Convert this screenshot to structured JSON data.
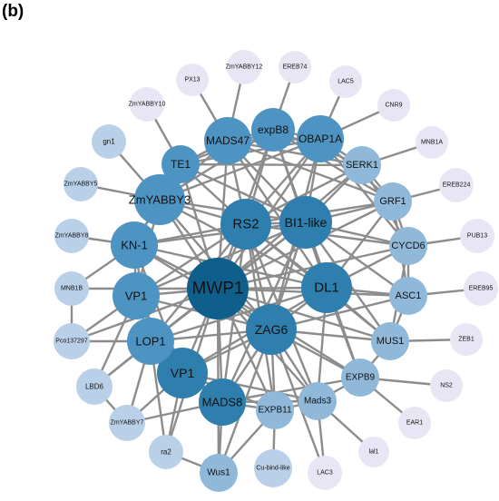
{
  "panel_label": "(b)",
  "colors": {
    "edge": "#8c8c8c",
    "hub": "#0f5f8c",
    "high": "#2f7fae",
    "mid": "#4e94c2",
    "low": "#8fb8d9",
    "lower": "#b9d0e8",
    "lowest": "#e8e6f4"
  },
  "nodes": [
    {
      "id": "MWP1",
      "label": "MWP1",
      "tier": "hub"
    },
    {
      "id": "RS2",
      "label": "RS2",
      "tier": "high"
    },
    {
      "id": "BI1",
      "label": "BI1-like",
      "tier": "high"
    },
    {
      "id": "DL1",
      "label": "DL1",
      "tier": "high"
    },
    {
      "id": "ZAG6",
      "label": "ZAG6",
      "tier": "high"
    },
    {
      "id": "VP1b",
      "label": "VP1",
      "tier": "high"
    },
    {
      "id": "MADS8",
      "label": "MADS8",
      "tier": "high"
    },
    {
      "id": "KN1",
      "label": "KN-1",
      "tier": "mid"
    },
    {
      "id": "VP1a",
      "label": "VP1",
      "tier": "mid"
    },
    {
      "id": "LOP1",
      "label": "LOP1",
      "tier": "mid"
    },
    {
      "id": "ZmYABBY3",
      "label": "ZmYABBY3",
      "tier": "mid"
    },
    {
      "id": "MADS47",
      "label": "MADS47",
      "tier": "mid"
    },
    {
      "id": "expB8",
      "label": "expB8",
      "tier": "mid"
    },
    {
      "id": "OBAP1A",
      "label": "OBAP1A",
      "tier": "mid"
    },
    {
      "id": "TE1",
      "label": "TE1",
      "tier": "mid"
    },
    {
      "id": "SERK1",
      "label": "SERK1",
      "tier": "low"
    },
    {
      "id": "GRF1",
      "label": "GRF1",
      "tier": "low"
    },
    {
      "id": "CYCD6",
      "label": "CYCD6",
      "tier": "low"
    },
    {
      "id": "ASC1",
      "label": "ASC1",
      "tier": "low"
    },
    {
      "id": "MUS1",
      "label": "MUS1",
      "tier": "low"
    },
    {
      "id": "EXPB9",
      "label": "EXPB9",
      "tier": "low"
    },
    {
      "id": "Mads3",
      "label": "Mads3",
      "tier": "low"
    },
    {
      "id": "EXPB11",
      "label": "EXPB11",
      "tier": "low"
    },
    {
      "id": "Wus1",
      "label": "Wus1",
      "tier": "low"
    },
    {
      "id": "LBD6",
      "label": "LBD6",
      "tier": "lower"
    },
    {
      "id": "ZmYABBY7",
      "label": "ZmYABBY7",
      "tier": "lower"
    },
    {
      "id": "Pco137297",
      "label": "Pco137297",
      "tier": "lower"
    },
    {
      "id": "MNB1B",
      "label": "MNB1B",
      "tier": "lower"
    },
    {
      "id": "ZmYABBY8",
      "label": "ZmYABBY8",
      "tier": "lower"
    },
    {
      "id": "ZmYABBY5",
      "label": "ZmYABBY5",
      "tier": "lower"
    },
    {
      "id": "gn1",
      "label": "gn1",
      "tier": "lower"
    },
    {
      "id": "ra2",
      "label": "ra2",
      "tier": "lower"
    },
    {
      "id": "Cubind",
      "label": "Cu-bind-like",
      "tier": "lower"
    },
    {
      "id": "LAC3",
      "label": "LAC3",
      "tier": "lowest"
    },
    {
      "id": "lal1",
      "label": "lal1",
      "tier": "lowest"
    },
    {
      "id": "EAR1",
      "label": "EAR1",
      "tier": "lowest"
    },
    {
      "id": "NS2",
      "label": "NS2",
      "tier": "lowest"
    },
    {
      "id": "ZEB1",
      "label": "ZEB1",
      "tier": "lowest"
    },
    {
      "id": "EREB95",
      "label": "EREB95",
      "tier": "lowest"
    },
    {
      "id": "PUB13",
      "label": "PUB13",
      "tier": "lowest"
    },
    {
      "id": "EREB224",
      "label": "EREB224",
      "tier": "lowest"
    },
    {
      "id": "MNB1A",
      "label": "MNB1A",
      "tier": "lowest"
    },
    {
      "id": "CNR9",
      "label": "CNR9",
      "tier": "lowest"
    },
    {
      "id": "LAC5",
      "label": "LAC5",
      "tier": "lowest"
    },
    {
      "id": "EREB74",
      "label": "EREB74",
      "tier": "lowest"
    },
    {
      "id": "ZmYABBY12",
      "label": "ZmYABBY12",
      "tier": "lowest"
    },
    {
      "id": "PX13",
      "label": "PX13",
      "tier": "lowest"
    },
    {
      "id": "ZmYABBY10",
      "label": "ZmYABBY10",
      "tier": "lowest"
    }
  ],
  "edges": [
    [
      "MWP1",
      "RS2"
    ],
    [
      "MWP1",
      "BI1"
    ],
    [
      "MWP1",
      "DL1"
    ],
    [
      "MWP1",
      "ZAG6"
    ],
    [
      "MWP1",
      "VP1b"
    ],
    [
      "MWP1",
      "MADS8"
    ],
    [
      "MWP1",
      "KN1"
    ],
    [
      "MWP1",
      "VP1a"
    ],
    [
      "MWP1",
      "LOP1"
    ],
    [
      "MWP1",
      "ZmYABBY3"
    ],
    [
      "MWP1",
      "MADS47"
    ],
    [
      "MWP1",
      "expB8"
    ],
    [
      "MWP1",
      "OBAP1A"
    ],
    [
      "MWP1",
      "TE1"
    ],
    [
      "MWP1",
      "SERK1"
    ],
    [
      "MWP1",
      "GRF1"
    ],
    [
      "MWP1",
      "CYCD6"
    ],
    [
      "MWP1",
      "ASC1"
    ],
    [
      "MWP1",
      "MUS1"
    ],
    [
      "MWP1",
      "EXPB9"
    ],
    [
      "MWP1",
      "Mads3"
    ],
    [
      "MWP1",
      "EXPB11"
    ],
    [
      "MWP1",
      "Wus1"
    ],
    [
      "MWP1",
      "LBD6"
    ],
    [
      "MWP1",
      "Pco137297"
    ],
    [
      "MWP1",
      "MNB1B"
    ],
    [
      "MWP1",
      "ra2"
    ],
    [
      "RS2",
      "BI1"
    ],
    [
      "RS2",
      "DL1"
    ],
    [
      "RS2",
      "ZAG6"
    ],
    [
      "RS2",
      "KN1"
    ],
    [
      "RS2",
      "ZmYABBY3"
    ],
    [
      "RS2",
      "TE1"
    ],
    [
      "RS2",
      "MADS47"
    ],
    [
      "RS2",
      "expB8"
    ],
    [
      "RS2",
      "OBAP1A"
    ],
    [
      "RS2",
      "SERK1"
    ],
    [
      "RS2",
      "GRF1"
    ],
    [
      "RS2",
      "CYCD6"
    ],
    [
      "RS2",
      "VP1a"
    ],
    [
      "RS2",
      "LOP1"
    ],
    [
      "RS2",
      "MADS8"
    ],
    [
      "RS2",
      "EXPB11"
    ],
    [
      "RS2",
      "Mads3"
    ],
    [
      "RS2",
      "MUS1"
    ],
    [
      "BI1",
      "DL1"
    ],
    [
      "BI1",
      "ZAG6"
    ],
    [
      "BI1",
      "KN1"
    ],
    [
      "BI1",
      "ZmYABBY3"
    ],
    [
      "BI1",
      "MADS47"
    ],
    [
      "BI1",
      "expB8"
    ],
    [
      "BI1",
      "OBAP1A"
    ],
    [
      "BI1",
      "SERK1"
    ],
    [
      "BI1",
      "GRF1"
    ],
    [
      "BI1",
      "CYCD6"
    ],
    [
      "BI1",
      "ASC1"
    ],
    [
      "BI1",
      "VP1a"
    ],
    [
      "BI1",
      "LOP1"
    ],
    [
      "BI1",
      "MADS8"
    ],
    [
      "BI1",
      "TE1"
    ],
    [
      "BI1",
      "MUS1"
    ],
    [
      "BI1",
      "EXPB9"
    ],
    [
      "DL1",
      "ZAG6"
    ],
    [
      "DL1",
      "ASC1"
    ],
    [
      "DL1",
      "MUS1"
    ],
    [
      "DL1",
      "CYCD6"
    ],
    [
      "DL1",
      "GRF1"
    ],
    [
      "DL1",
      "LOP1"
    ],
    [
      "DL1",
      "VP1b"
    ],
    [
      "DL1",
      "ZmYABBY3"
    ],
    [
      "DL1",
      "expB8"
    ],
    [
      "DL1",
      "MADS47"
    ],
    [
      "DL1",
      "KN1"
    ],
    [
      "DL1",
      "EXPB9"
    ],
    [
      "DL1",
      "Mads3"
    ],
    [
      "ZAG6",
      "VP1b"
    ],
    [
      "ZAG6",
      "MADS8"
    ],
    [
      "ZAG6",
      "LOP1"
    ],
    [
      "ZAG6",
      "VP1a"
    ],
    [
      "ZAG6",
      "Mads3"
    ],
    [
      "ZAG6",
      "EXPB11"
    ],
    [
      "ZAG6",
      "EXPB9"
    ],
    [
      "ZAG6",
      "MUS1"
    ],
    [
      "ZAG6",
      "ASC1"
    ],
    [
      "ZAG6",
      "Wus1"
    ],
    [
      "ZAG6",
      "KN1"
    ],
    [
      "ZAG6",
      "LAC3"
    ],
    [
      "ZAG6",
      "ZmYABBY3"
    ],
    [
      "ZAG6",
      "OBAP1A"
    ],
    [
      "VP1b",
      "MADS8"
    ],
    [
      "VP1b",
      "LOP1"
    ],
    [
      "VP1b",
      "VP1a"
    ],
    [
      "VP1b",
      "ZmYABBY7"
    ],
    [
      "VP1b",
      "EXPB11"
    ],
    [
      "VP1b",
      "Mads3"
    ],
    [
      "VP1b",
      "KN1"
    ],
    [
      "VP1b",
      "ra2"
    ],
    [
      "MADS8",
      "EXPB11"
    ],
    [
      "MADS8",
      "Mads3"
    ],
    [
      "MADS8",
      "Wus1"
    ],
    [
      "MADS8",
      "LOP1"
    ],
    [
      "MADS8",
      "EXPB9"
    ],
    [
      "MADS8",
      "ZmYABBY7"
    ],
    [
      "KN1",
      "ZmYABBY3"
    ],
    [
      "KN1",
      "VP1a"
    ],
    [
      "KN1",
      "LOP1"
    ],
    [
      "KN1",
      "ZmYABBY8"
    ],
    [
      "KN1",
      "MNB1B"
    ],
    [
      "KN1",
      "TE1"
    ],
    [
      "VP1a",
      "LOP1"
    ],
    [
      "VP1a",
      "ZmYABBY3"
    ],
    [
      "VP1a",
      "Pco137297"
    ],
    [
      "VP1a",
      "LBD6"
    ],
    [
      "LOP1",
      "ZmYABBY7"
    ],
    [
      "LOP1",
      "LBD6"
    ],
    [
      "LOP1",
      "Pco137297"
    ],
    [
      "LOP1",
      "ra2"
    ],
    [
      "ZmYABBY3",
      "TE1"
    ],
    [
      "ZmYABBY3",
      "MADS47"
    ],
    [
      "ZmYABBY3",
      "ZmYABBY5"
    ],
    [
      "ZmYABBY3",
      "gn1"
    ],
    [
      "ZmYABBY3",
      "expB8"
    ],
    [
      "ZmYABBY3",
      "OBAP1A"
    ],
    [
      "MADS47",
      "expB8"
    ],
    [
      "MADS47",
      "OBAP1A"
    ],
    [
      "MADS47",
      "TE1"
    ],
    [
      "MADS47",
      "PX13"
    ],
    [
      "MADS47",
      "ZmYABBY12"
    ],
    [
      "MADS47",
      "SERK1"
    ],
    [
      "MADS47",
      "GRF1"
    ],
    [
      "expB8",
      "OBAP1A"
    ],
    [
      "expB8",
      "SERK1"
    ],
    [
      "expB8",
      "EREB74"
    ],
    [
      "expB8",
      "TE1"
    ],
    [
      "expB8",
      "GRF1"
    ],
    [
      "OBAP1A",
      "SERK1"
    ],
    [
      "OBAP1A",
      "LAC5"
    ],
    [
      "OBAP1A",
      "CNR9"
    ],
    [
      "OBAP1A",
      "GRF1"
    ],
    [
      "OBAP1A",
      "TE1"
    ],
    [
      "OBAP1A",
      "CYCD6"
    ],
    [
      "TE1",
      "ZmYABBY10"
    ],
    [
      "TE1",
      "SERK1"
    ],
    [
      "SERK1",
      "GRF1"
    ],
    [
      "SERK1",
      "MNB1A"
    ],
    [
      "SERK1",
      "CYCD6"
    ],
    [
      "GRF1",
      "CYCD6"
    ],
    [
      "GRF1",
      "EREB224"
    ],
    [
      "GRF1",
      "ASC1"
    ],
    [
      "CYCD6",
      "ASC1"
    ],
    [
      "CYCD6",
      "PUB13"
    ],
    [
      "CYCD6",
      "MUS1"
    ],
    [
      "ASC1",
      "MUS1"
    ],
    [
      "ASC1",
      "EREB95"
    ],
    [
      "MUS1",
      "ZEB1"
    ],
    [
      "MUS1",
      "EXPB9"
    ],
    [
      "EXPB9",
      "NS2"
    ],
    [
      "EXPB9",
      "Mads3"
    ],
    [
      "EXPB9",
      "EAR1"
    ],
    [
      "Mads3",
      "lal1"
    ],
    [
      "Mads3",
      "EXPB11"
    ],
    [
      "Mads3",
      "LAC3"
    ],
    [
      "EXPB11",
      "Cubind"
    ],
    [
      "EXPB11",
      "Wus1"
    ],
    [
      "Wus1",
      "ra2"
    ],
    [
      "ZmYABBY7",
      "LBD6"
    ],
    [
      "MNB1B",
      "Pco137297"
    ]
  ]
}
